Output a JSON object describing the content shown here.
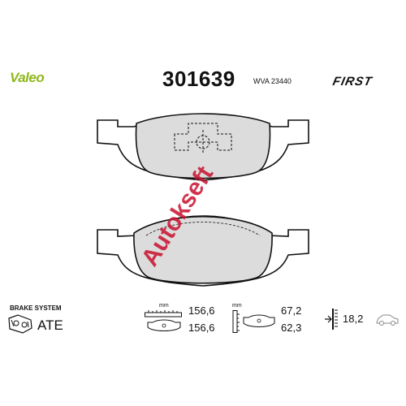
{
  "header": {
    "brand": "Valeo",
    "part_number": "301639",
    "wva_label": "WVA",
    "wva_number": "23440",
    "line": "FIRST"
  },
  "watermark": "Autokseft",
  "brake_system": {
    "label": "BRAKE SYSTEM",
    "value": "ATE"
  },
  "dimensions": {
    "unit": "mm",
    "width_1": "156,6",
    "width_2": "156,6",
    "height_1": "67,2",
    "height_2": "62,3",
    "thickness": "18,2"
  },
  "colors": {
    "brand": "#8fb81c",
    "pad_fill": "#dcdcdc",
    "watermark": "#c8102e"
  }
}
